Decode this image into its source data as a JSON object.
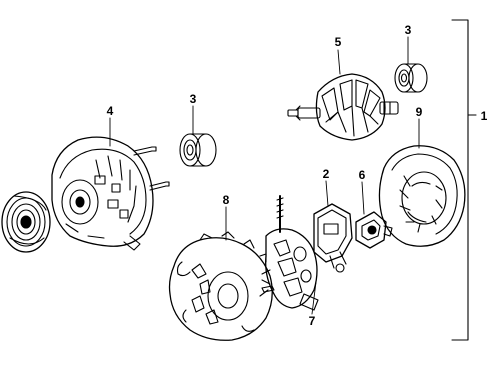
{
  "diagram": {
    "callouts": {
      "c1": "1",
      "c2": "2",
      "c3a": "3",
      "c3b": "3",
      "c4": "4",
      "c5": "5",
      "c6": "6",
      "c7": "7",
      "c8": "8",
      "c9": "9"
    },
    "parts": [
      {
        "id": "pulley",
        "icon": "pulley-icon"
      },
      {
        "id": "front-housing",
        "icon": "alternator-front-housing-icon"
      },
      {
        "id": "front-bearing",
        "icon": "bearing-icon"
      },
      {
        "id": "rotor",
        "icon": "rotor-icon"
      },
      {
        "id": "rear-bearing",
        "icon": "bearing-icon"
      },
      {
        "id": "rear-cover",
        "icon": "rear-cover-icon"
      },
      {
        "id": "stator-end-frame",
        "icon": "end-frame-icon"
      },
      {
        "id": "rectifier",
        "icon": "rectifier-icon"
      },
      {
        "id": "regulator",
        "icon": "regulator-icon"
      },
      {
        "id": "brush-holder",
        "icon": "brush-holder-icon"
      }
    ],
    "colors": {
      "line": "#000000",
      "background": "#ffffff"
    }
  }
}
